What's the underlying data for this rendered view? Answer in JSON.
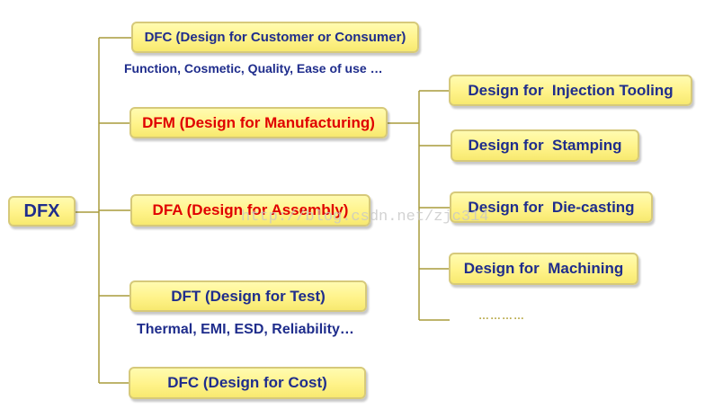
{
  "root": {
    "label": "DFX"
  },
  "branches": [
    {
      "label": "DFC (Design for Customer or Consumer)",
      "note": "Function, Cosmetic, Quality, Ease of use …"
    },
    {
      "label": "DFM (Design for Manufacturing)"
    },
    {
      "label": "DFA (Design for Assembly)"
    },
    {
      "label": "DFT (Design for Test)",
      "note": "Thermal, EMI, ESD, Reliability…"
    },
    {
      "label": "DFC (Design for Cost)"
    }
  ],
  "sub_branches": [
    {
      "label": "Design for  Injection Tooling"
    },
    {
      "label": "Design for  Stamping"
    },
    {
      "label": "Design for  Die-casting"
    },
    {
      "label": "Design for  Machining"
    }
  ],
  "more_indicator": "…………",
  "watermark": "http://blog.csdn.net/zjc314",
  "colors": {
    "box_fill": "#fff38a",
    "box_border": "#d6c97a",
    "text_blue": "#1f2d8c",
    "text_red": "#e00000",
    "connector": "#a89b3c"
  }
}
